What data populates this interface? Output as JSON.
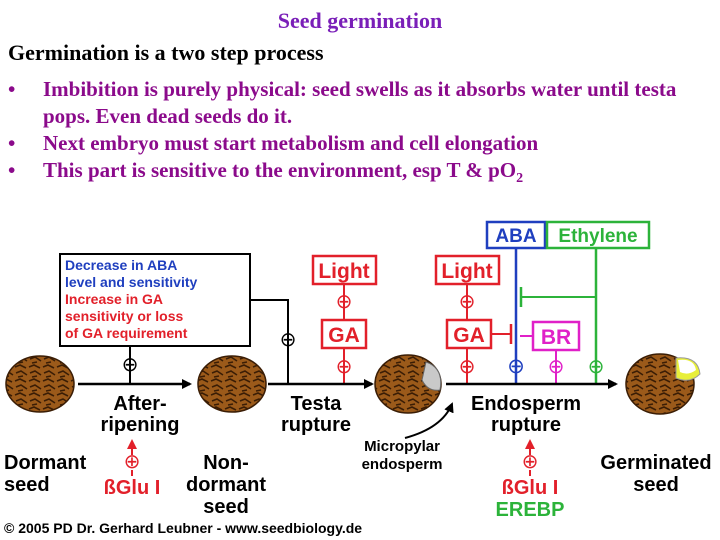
{
  "title": "Seed germination",
  "heading": "Germination is a two step process",
  "bullets": [
    {
      "marker": "•",
      "text": "Imbibition is purely physical: seed swells as it absorbs water until testa pops. Even dead seeds do it."
    },
    {
      "marker": "•",
      "text": "Next embryo must start metabolism and cell elongation"
    },
    {
      "marker": "•",
      "text": "This part is sensitive to the environment, esp T & p",
      "sub_main": "O",
      "sub_script": "2"
    }
  ],
  "diagram": {
    "hormones": {
      "aba": "ABA",
      "ethylene": "Ethylene"
    },
    "info_box": {
      "line1": "Decrease in ABA",
      "line2": "level and sensitivity",
      "line3": "Increase in GA",
      "line4": "sensitivity or loss",
      "line5": "of GA requirement"
    },
    "light_1": "Light",
    "light_2": "Light",
    "ga_1": "GA",
    "ga_2": "GA",
    "br": "BR",
    "plus_sign": "⊕",
    "minus_sign": "⊖",
    "stages": {
      "after_ripening_1": "After-",
      "after_ripening_2": "ripening",
      "testa_1": "Testa",
      "testa_2": "rupture",
      "endosperm_1": "Endosperm",
      "endosperm_2": "rupture",
      "micropylar_1": "Micropylar",
      "micropylar_2": "endosperm",
      "dormant_1": "Dormant",
      "dormant_2": "seed",
      "nondormant_1": "Non-",
      "nondormant_2": "dormant",
      "nondormant_3": "seed",
      "germinated_1": "Germinated",
      "germinated_2": "seed",
      "bglu_1": "ßGlu I",
      "bglu_2": "ßGlu I",
      "erebp": "EREBP"
    },
    "copyright": "© 2005 PD Dr. Gerhard Leubner - www.seedbiology.de",
    "colors": {
      "red": "#e2202a",
      "blue": "#1f3fbf",
      "green": "#2cb33a",
      "magenta": "#e020c8",
      "purple": "#7a1fb8",
      "bullet": "#8b0a8b"
    }
  }
}
